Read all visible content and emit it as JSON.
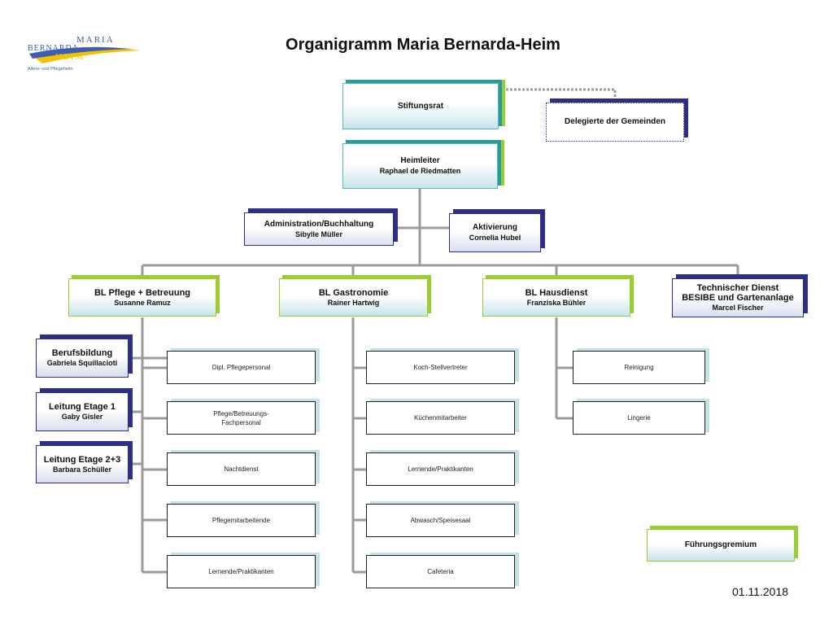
{
  "title": "Organigramm Maria Bernarda-Heim",
  "date": "01.11.2018",
  "logo": {
    "line1": "MARIA",
    "line2": "BERNARDA",
    "line3": "HEIM",
    "subtitle": "Alters- und Pflegeheim"
  },
  "stiftungsrat": {
    "title": "Stiftungsrat"
  },
  "delegierte": {
    "title": "Delegierte der Gemeinden"
  },
  "heimleiter": {
    "title": "Heimleiter",
    "person": "Raphael de Riedmatten"
  },
  "administration": {
    "title": "Administration/Buchhaltung",
    "person": "Sibylle Müller"
  },
  "aktivierung": {
    "title": "Aktivierung",
    "person": "Cornelia Hubel"
  },
  "bl_pflege": {
    "title": "BL Pflege + Betreuung",
    "person": "Susanne Ramuz"
  },
  "bl_gastro": {
    "title": "BL Gastronomie",
    "person": "Rainer Hartwig"
  },
  "bl_haus": {
    "title": "BL Hausdienst",
    "person": "Franziska Bühler"
  },
  "technik": {
    "title1": "Technischer Dienst",
    "title2": "BESIBE und Gartenanlage",
    "person": "Marcel Fischer"
  },
  "berufsbildung": {
    "title": "Berufsbildung",
    "person": "Gabriela Squillacioti"
  },
  "etage1": {
    "title": "Leitung Etage 1",
    "person": "Gaby Gisler"
  },
  "etage23": {
    "title": "Leitung Etage 2+3",
    "person": "Barbara Schüller"
  },
  "pflege_items": [
    "Dipl. Pflegepersonal",
    "Pflege/Betreuungs-\nFachpersonal",
    "Nachtdienst",
    "Pflegemitarbeitende",
    "Lernende/Praktikanten"
  ],
  "gastro_items": [
    "Koch-Stellvertreter",
    "Küchenmitarbeiter",
    "Lernende/Praktikanten",
    "Abwasch/Speisesaal",
    "Cafeteria"
  ],
  "haus_items": [
    "Reinigung",
    "Lingerie"
  ],
  "fuehrung": {
    "title": "Führungsgremium"
  },
  "colors": {
    "teal": "#2a9a9a",
    "green": "#9acd32",
    "navy": "#2e2e8a",
    "line": "#9a9a9a"
  }
}
